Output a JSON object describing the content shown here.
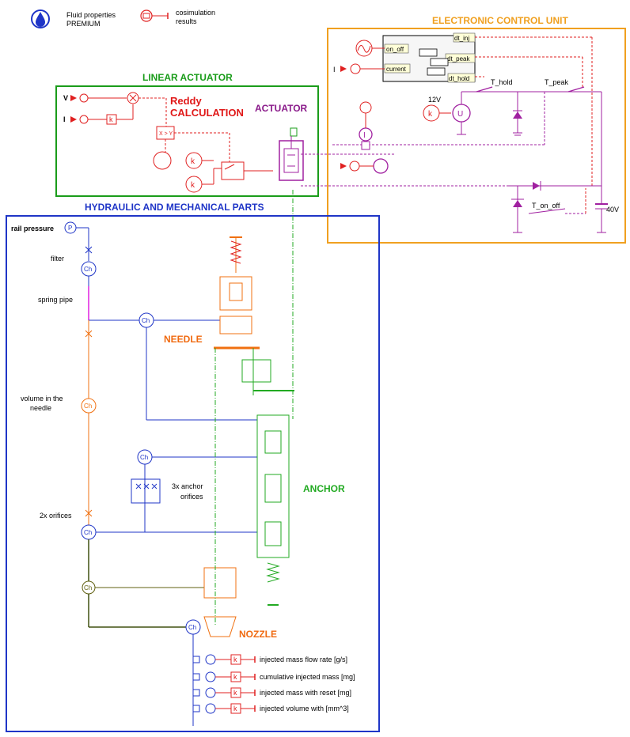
{
  "legend": {
    "fluid_properties": "Fluid properties\nPREMIUM",
    "fluid_properties_line1": "Fluid properties",
    "fluid_properties_line2": "PREMIUM",
    "cosim_line1": "cosimulation",
    "cosim_line2": "results"
  },
  "groups": {
    "linear_actuator": "LINEAR ACTUATOR",
    "ecu": "ELECTRONIC CONTROL UNIT",
    "hydraulic": "HYDRAULIC AND MECHANICAL PARTS"
  },
  "linear_actuator": {
    "input_v": "V",
    "input_i": "I",
    "reddy_line1": "Reddy",
    "reddy_line2": "CALCULATION",
    "actuator": "ACTUATOR",
    "gain_k1": "k",
    "gain_k2": "k",
    "gain_k3": "k",
    "xy_label": "X > Y"
  },
  "ecu": {
    "in_on_off": "on_off",
    "in_current": "current",
    "out_dt_inj": "dt_inj",
    "out_dt_peak": "dt_peak",
    "out_dt_hold": "dt_hold",
    "input_i": "I",
    "v12": "12V",
    "t_hold": "T_hold",
    "t_peak": "T_peak",
    "t_on_off": "T_on_off",
    "v40": "40V",
    "gain_k": "k"
  },
  "hydraulic": {
    "rail_pressure": "rail pressure",
    "filter": "filter",
    "spring_pipe": "spring pipe",
    "volume_line1": "volume in the",
    "volume_line2": "needle",
    "orifices_2x": "2x orifices",
    "anchor_orifices_line1": "3x anchor",
    "anchor_orifices_line2": "orifices",
    "needle": "NEEDLE",
    "anchor": "ANCHOR",
    "nozzle": "NOZZLE",
    "ch": "Ch",
    "p": "P"
  },
  "outputs": [
    {
      "label": "injected mass flow rate [g/s]",
      "gain": "k"
    },
    {
      "label": "cumulative injected mass [mg]",
      "gain": "k"
    },
    {
      "label": "injected mass with reset [mg]",
      "gain": "k"
    },
    {
      "label": "injected volume with [mm^3]",
      "gain": "k"
    }
  ],
  "colors": {
    "green": "#1a9c1a",
    "blue": "#1f35c7",
    "orange_box": "#f0a020",
    "purple": "#a020a0",
    "red": "#e02020",
    "orange": "#f07010",
    "olive": "#606010",
    "magenta": "#e020e0"
  },
  "icons": [
    "water-drop-icon",
    "cosimulation-icon",
    "pressure-source-icon",
    "chamber-icon",
    "orifice-icon",
    "spring-icon",
    "mass-icon",
    "ground-icon",
    "diode-icon",
    "switch-icon",
    "capacitor-icon",
    "gain-icon",
    "current-sensor-icon",
    "voltage-source-icon"
  ]
}
